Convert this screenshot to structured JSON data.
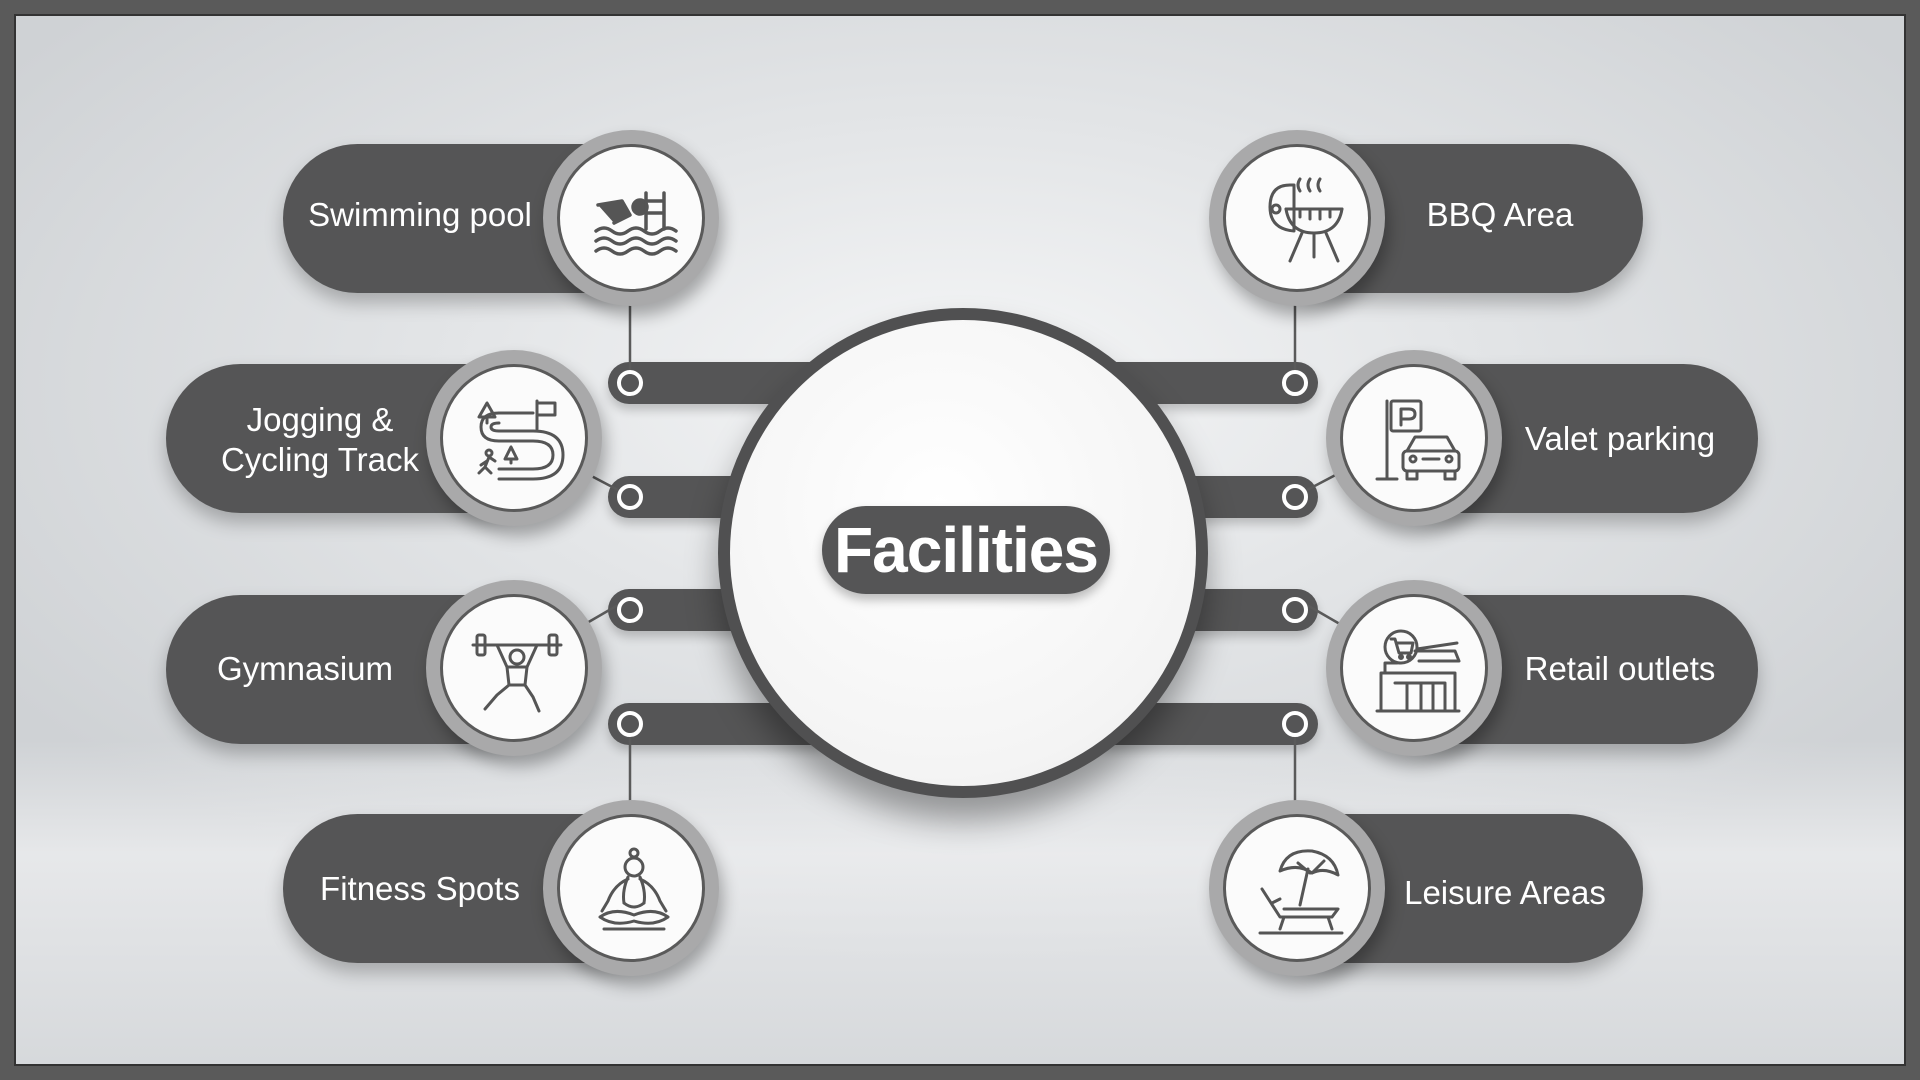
{
  "hub": {
    "title": "Facilities"
  },
  "facilities": [
    {
      "label": "Swimming pool",
      "icon": "swimming-pool-icon"
    },
    {
      "label": "Jogging &\nCycling Track",
      "icon": "jogging-track-icon"
    },
    {
      "label": "Gymnasium",
      "icon": "weightlifting-icon"
    },
    {
      "label": "Fitness Spots",
      "icon": "yoga-icon"
    },
    {
      "label": "BBQ Area",
      "icon": "bbq-grill-icon"
    },
    {
      "label": "Valet parking",
      "icon": "parking-car-icon"
    },
    {
      "label": "Retail outlets",
      "icon": "shop-cart-icon"
    },
    {
      "label": "Leisure Areas",
      "icon": "beach-chair-umbrella-icon"
    }
  ],
  "colors": {
    "pill": "#555556",
    "ring": "#a9a9aa",
    "background": "#e3e5e7",
    "text": "#ffffff"
  }
}
